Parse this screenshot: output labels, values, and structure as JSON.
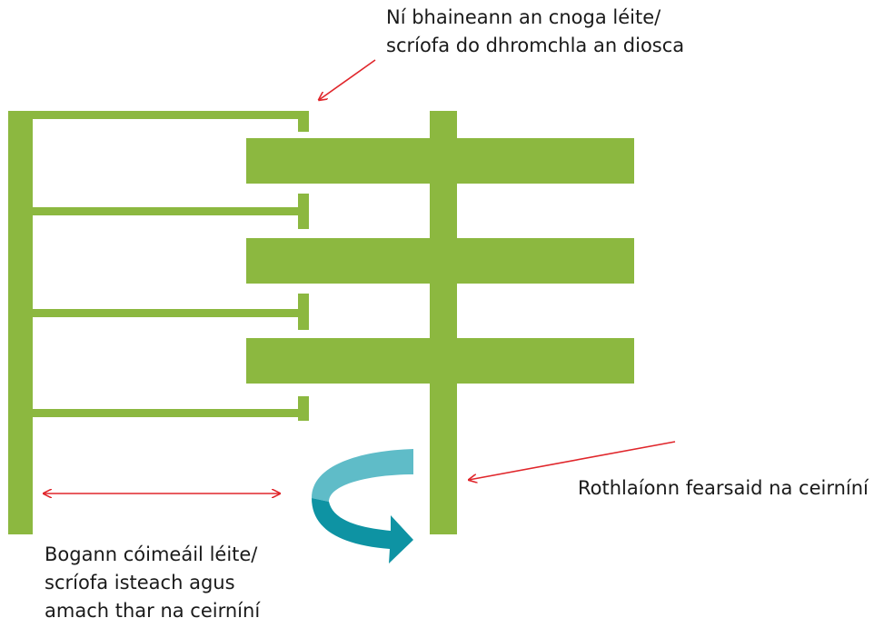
{
  "annotations": {
    "top": {
      "line1": "Ní bhaineann an cnoga léite/",
      "line2": "scríofa do dhromchla an diosca"
    },
    "right": {
      "line1": "Rothlaíonn fearsaid na ceirníní"
    },
    "bottom": {
      "line1": "Bogann cóimeáil léite/",
      "line2": "scríofa isteach agus",
      "line3": "amach thar na ceirníní"
    }
  },
  "colors": {
    "green": "#8cb840",
    "arrow_red": "#e0262b",
    "rotation_light": "#5fbcc8",
    "rotation_dark": "#0e93a3",
    "text": "#1a1a1a"
  },
  "parts": {
    "platter_count": 3,
    "head_arm_count": 4
  }
}
